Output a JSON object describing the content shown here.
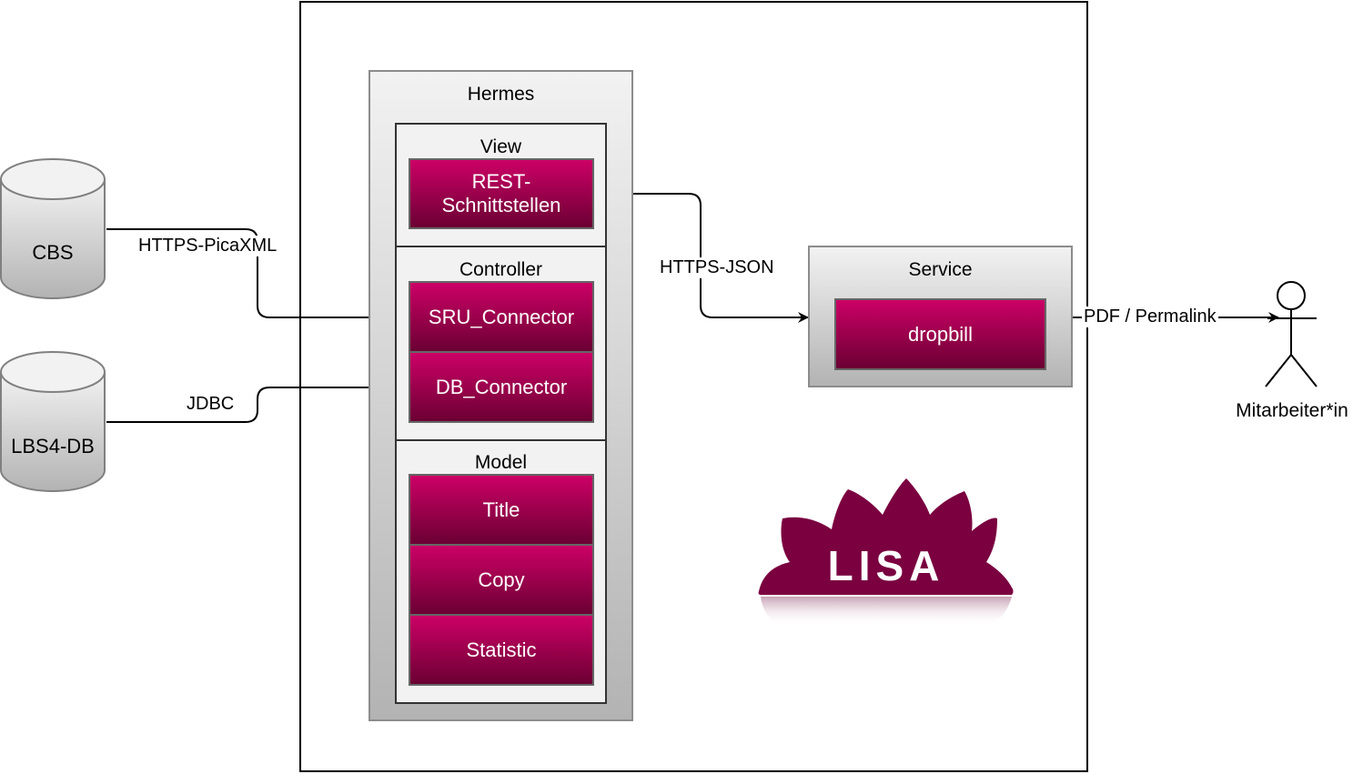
{
  "hermes": {
    "title": "Hermes",
    "view": {
      "title": "View",
      "items": [
        "REST-\nSchnittstellen"
      ]
    },
    "controller": {
      "title": "Controller",
      "items": [
        "SRU_Connector",
        "DB_Connector"
      ]
    },
    "model": {
      "title": "Model",
      "items": [
        "Title",
        "Copy",
        "Statistic"
      ]
    }
  },
  "service": {
    "title": "Service",
    "item": "dropbill"
  },
  "databases": [
    {
      "label": "CBS"
    },
    {
      "label": "LBS4-DB"
    }
  ],
  "edges": {
    "cbs_to_sru": "HTTPS-PicaXML",
    "lbs_to_db": "JDBC",
    "rest_to_service": "HTTPS-JSON",
    "service_to_actor": "PDF / Permalink"
  },
  "actor": {
    "label": "Mitarbeiter*in"
  },
  "logo": {
    "text": "LISA"
  },
  "colors": {
    "component_top": "#cc0066",
    "component_bottom": "#6b0033",
    "logo": "#7a0040"
  }
}
